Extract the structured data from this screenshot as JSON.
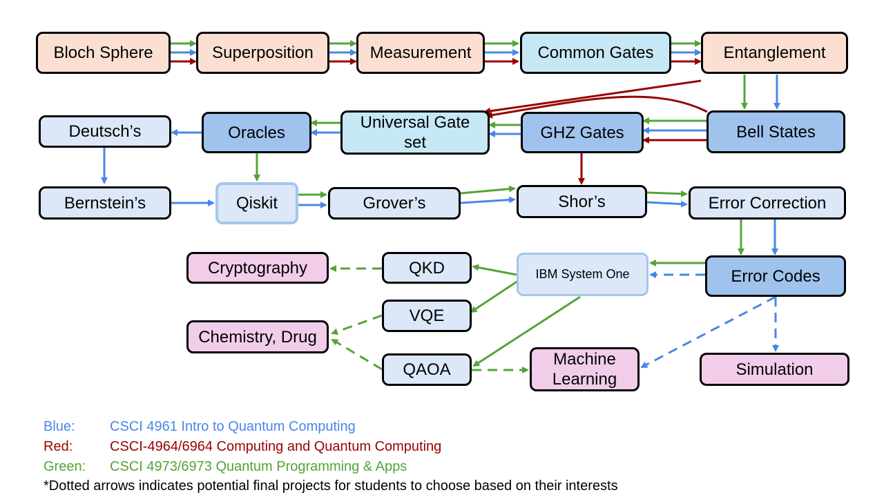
{
  "colors": {
    "blue_track": "#4a86e8",
    "red_track": "#990000",
    "green_track": "#55a338"
  },
  "nodes": {
    "bloch_sphere": "Bloch Sphere",
    "superposition": "Superposition",
    "measurement": "Measurement",
    "common_gates": "Common Gates",
    "entanglement": "Entanglement",
    "deutsch": "Deutsch’s",
    "oracles": "Oracles",
    "universal_gate_set": "Universal Gate set",
    "ghz_gates": "GHZ Gates",
    "bell_states": "Bell States",
    "bernstein": "Bernstein’s",
    "qiskit": "Qiskit",
    "grover": "Grover’s",
    "shor": "Shor’s",
    "error_correction": "Error Correction",
    "cryptography": "Cryptography",
    "qkd": "QKD",
    "ibm_system_one": "IBM System One",
    "error_codes": "Error Codes",
    "vqe": "VQE",
    "chemistry_drug": "Chemistry, Drug",
    "qaoa": "QAOA",
    "machine_learning": "Machine Learning",
    "simulation": "Simulation"
  },
  "legend": {
    "blue": {
      "key": "Blue:",
      "text": "CSCI 4961 Intro to Quantum Computing"
    },
    "red": {
      "key": "Red:",
      "text": "CSCI-4964/6964 Computing and Quantum Computing"
    },
    "green": {
      "key": "Green:",
      "text": "CSCI 4973/6973 Quantum Programming & Apps"
    }
  },
  "note": "*Dotted arrows indicates potential final projects for students to choose based on their interests",
  "edges": [
    {
      "from": "bloch_sphere",
      "to": "superposition",
      "colors": [
        "green",
        "blue",
        "red"
      ],
      "dashed": false
    },
    {
      "from": "superposition",
      "to": "measurement",
      "colors": [
        "green",
        "blue",
        "red"
      ],
      "dashed": false
    },
    {
      "from": "measurement",
      "to": "common_gates",
      "colors": [
        "green",
        "blue",
        "red"
      ],
      "dashed": false
    },
    {
      "from": "common_gates",
      "to": "entanglement",
      "colors": [
        "green",
        "blue",
        "red"
      ],
      "dashed": false
    },
    {
      "from": "entanglement",
      "to": "bell_states",
      "colors": [
        "green",
        "blue"
      ],
      "dashed": false
    },
    {
      "from": "entanglement",
      "to": "universal_gate_set",
      "colors": [
        "red"
      ],
      "dashed": false
    },
    {
      "from": "bell_states",
      "to": "universal_gate_set",
      "colors": [
        "red"
      ],
      "dashed": false
    },
    {
      "from": "bell_states",
      "to": "ghz_gates",
      "colors": [
        "green",
        "blue",
        "red"
      ],
      "dashed": false
    },
    {
      "from": "ghz_gates",
      "to": "universal_gate_set",
      "colors": [
        "green",
        "blue"
      ],
      "dashed": false
    },
    {
      "from": "ghz_gates",
      "to": "shor",
      "colors": [
        "red"
      ],
      "dashed": false
    },
    {
      "from": "universal_gate_set",
      "to": "oracles",
      "colors": [
        "green",
        "blue"
      ],
      "dashed": false
    },
    {
      "from": "oracles",
      "to": "deutsch",
      "colors": [
        "blue"
      ],
      "dashed": false
    },
    {
      "from": "oracles",
      "to": "qiskit",
      "colors": [
        "green"
      ],
      "dashed": false
    },
    {
      "from": "deutsch",
      "to": "bernstein",
      "colors": [
        "blue"
      ],
      "dashed": false
    },
    {
      "from": "bernstein",
      "to": "qiskit",
      "colors": [
        "blue"
      ],
      "dashed": false
    },
    {
      "from": "qiskit",
      "to": "grover",
      "colors": [
        "green",
        "blue"
      ],
      "dashed": false
    },
    {
      "from": "grover",
      "to": "shor",
      "colors": [
        "green",
        "blue"
      ],
      "dashed": false
    },
    {
      "from": "shor",
      "to": "error_correction",
      "colors": [
        "green",
        "blue"
      ],
      "dashed": false
    },
    {
      "from": "error_correction",
      "to": "error_codes",
      "colors": [
        "green",
        "blue"
      ],
      "dashed": false
    },
    {
      "from": "error_codes",
      "to": "ibm_system_one",
      "colors": [
        "green"
      ],
      "dashed": false
    },
    {
      "from": "error_codes",
      "to": "ibm_system_one",
      "colors": [
        "blue"
      ],
      "dashed": true
    },
    {
      "from": "ibm_system_one",
      "to": "qkd",
      "colors": [
        "green"
      ],
      "dashed": false
    },
    {
      "from": "ibm_system_one",
      "to": "vqe",
      "colors": [
        "green"
      ],
      "dashed": false
    },
    {
      "from": "ibm_system_one",
      "to": "qaoa",
      "colors": [
        "green"
      ],
      "dashed": false
    },
    {
      "from": "qkd",
      "to": "cryptography",
      "colors": [
        "green"
      ],
      "dashed": true
    },
    {
      "from": "vqe",
      "to": "chemistry_drug",
      "colors": [
        "green"
      ],
      "dashed": true
    },
    {
      "from": "qaoa",
      "to": "chemistry_drug",
      "colors": [
        "green"
      ],
      "dashed": true
    },
    {
      "from": "qaoa",
      "to": "machine_learning",
      "colors": [
        "green"
      ],
      "dashed": true
    },
    {
      "from": "error_codes",
      "to": "machine_learning",
      "colors": [
        "blue"
      ],
      "dashed": true
    },
    {
      "from": "error_codes",
      "to": "simulation",
      "colors": [
        "blue"
      ],
      "dashed": true
    }
  ]
}
